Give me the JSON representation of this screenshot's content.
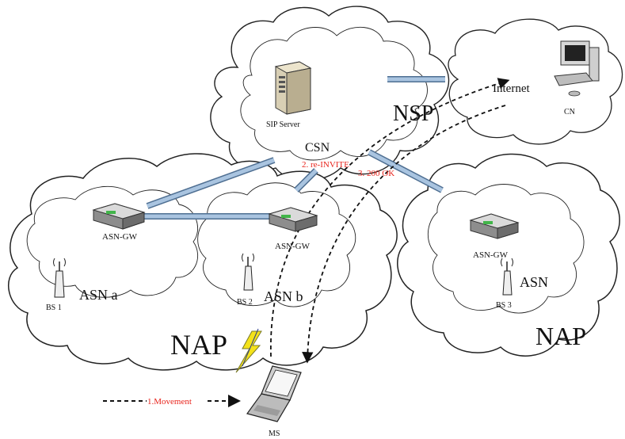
{
  "nodes": {
    "sip_server": "SIP Server",
    "csn": "CSN",
    "nsp": "NSP",
    "internet": "Internet",
    "cn": "CN",
    "asn_gw_a": "ASN-GW",
    "asn_gw_b": "ASN-GW",
    "asn_gw_3": "ASN-GW",
    "bs1": "BS 1",
    "bs2": "BS 2",
    "bs3": "BS 3",
    "asn_a": "ASN a",
    "asn_b": "ASN b",
    "asn": "ASN",
    "nap_left": "NAP",
    "nap_right": "NAP",
    "ms": "MS"
  },
  "messages": {
    "movement": "1.Movement",
    "reinvite": "2. re-INVITE",
    "ok": "3. 200 OK"
  },
  "colors": {
    "link": "#a9c4e0",
    "link_edge": "#4f6f92",
    "signal": "#e8241c",
    "lightning": "#f4e21a"
  }
}
